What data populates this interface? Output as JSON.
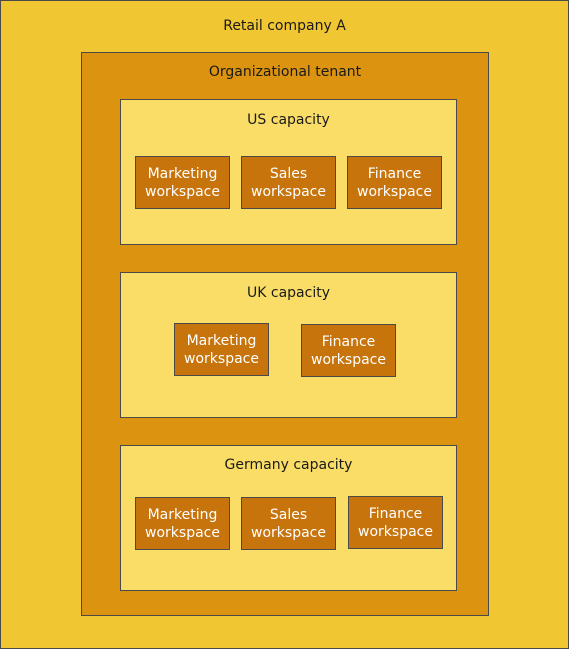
{
  "company": {
    "label": "Retail company A"
  },
  "tenant": {
    "label": "Organizational tenant"
  },
  "capacities": [
    {
      "label": "US capacity",
      "workspaces": [
        {
          "label": "Marketing\nworkspace"
        },
        {
          "label": "Sales\nworkspace"
        },
        {
          "label": "Finance\nworkspace"
        }
      ]
    },
    {
      "label": "UK capacity",
      "workspaces": [
        {
          "label": "Marketing\nworkspace"
        },
        {
          "label": "Finance\nworkspace"
        }
      ]
    },
    {
      "label": "Germany capacity",
      "workspaces": [
        {
          "label": "Marketing\nworkspace"
        },
        {
          "label": "Sales\nworkspace"
        },
        {
          "label": "Finance\nworkspace"
        }
      ]
    }
  ],
  "colors": {
    "company_fill": "#f0c632",
    "tenant_fill": "#dc9410",
    "capacity_fill": "#fadd66",
    "workspace_fill": "#c8740c",
    "border": "#4a4a4a"
  }
}
